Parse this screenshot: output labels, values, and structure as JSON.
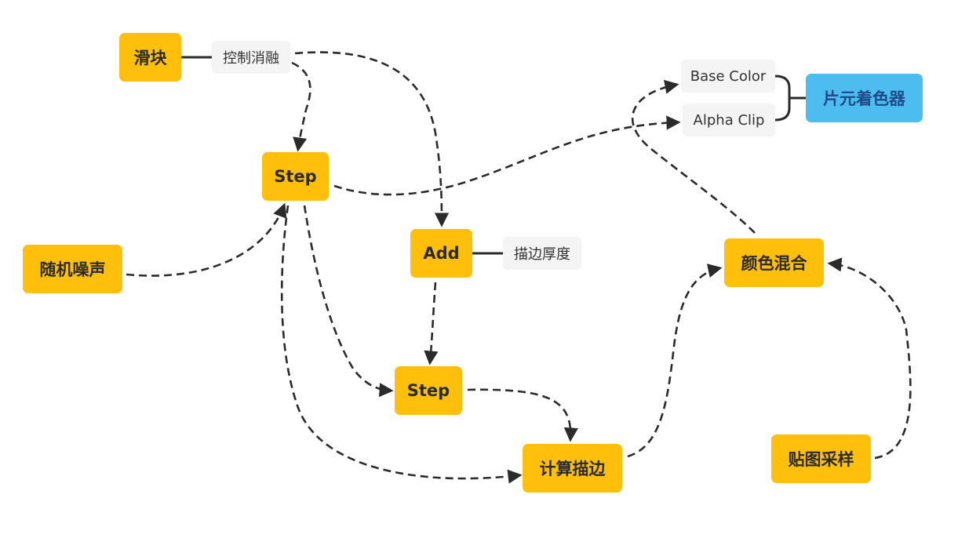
{
  "nodes": {
    "slider": "滑块",
    "noise": "随机噪声",
    "step1": "Step",
    "add": "Add",
    "step2": "Step",
    "calc_outline": "计算描边",
    "color_mix": "颜色混合",
    "texture_sample": "贴图采样",
    "fragment_shader": "片元着色器"
  },
  "labels": {
    "control_dissolve": "控制消融",
    "outline_thickness": "描边厚度",
    "base_color": "Base Color",
    "alpha_clip": "Alpha Clip"
  },
  "colors": {
    "node_fill": "#ffbf0a",
    "output_fill": "#4dbdf0",
    "label_fill": "#f4f4f4",
    "edge": "#2b2b2b"
  }
}
